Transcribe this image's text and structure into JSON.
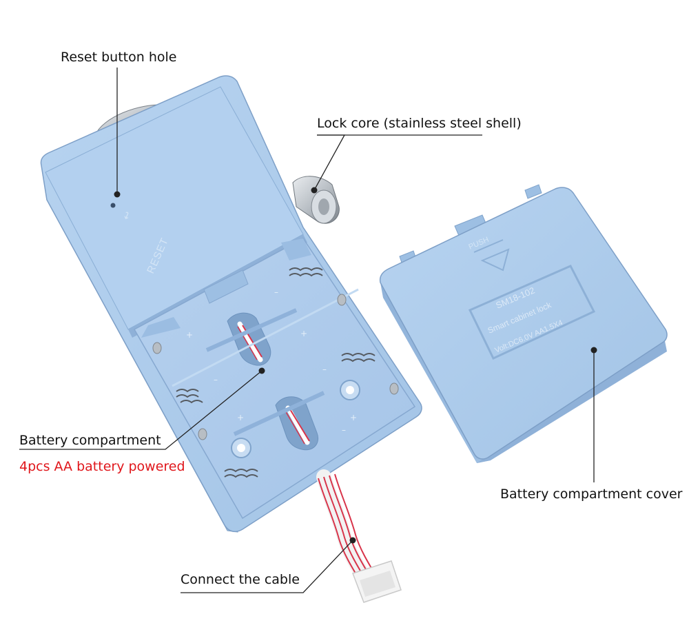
{
  "labels": {
    "reset_hole": "Reset button hole",
    "lock_core": "Lock core (stainless steel shell)",
    "battery_compartment": "Battery compartment",
    "battery_powered": "4pcs AA battery powered",
    "compartment_cover": "Battery compartment cover",
    "cable": "Connect the cable"
  },
  "device_text": {
    "reset": "RESET",
    "push": "PUSH",
    "model": "SM18-102",
    "product": "Smart cabinet lock",
    "rating": "Volt:DC6.0V AA1.5X4"
  },
  "colors": {
    "accent_red": "#e0161b",
    "plastic_blue": "#a9c8e8",
    "wire_red": "#d8344a"
  }
}
